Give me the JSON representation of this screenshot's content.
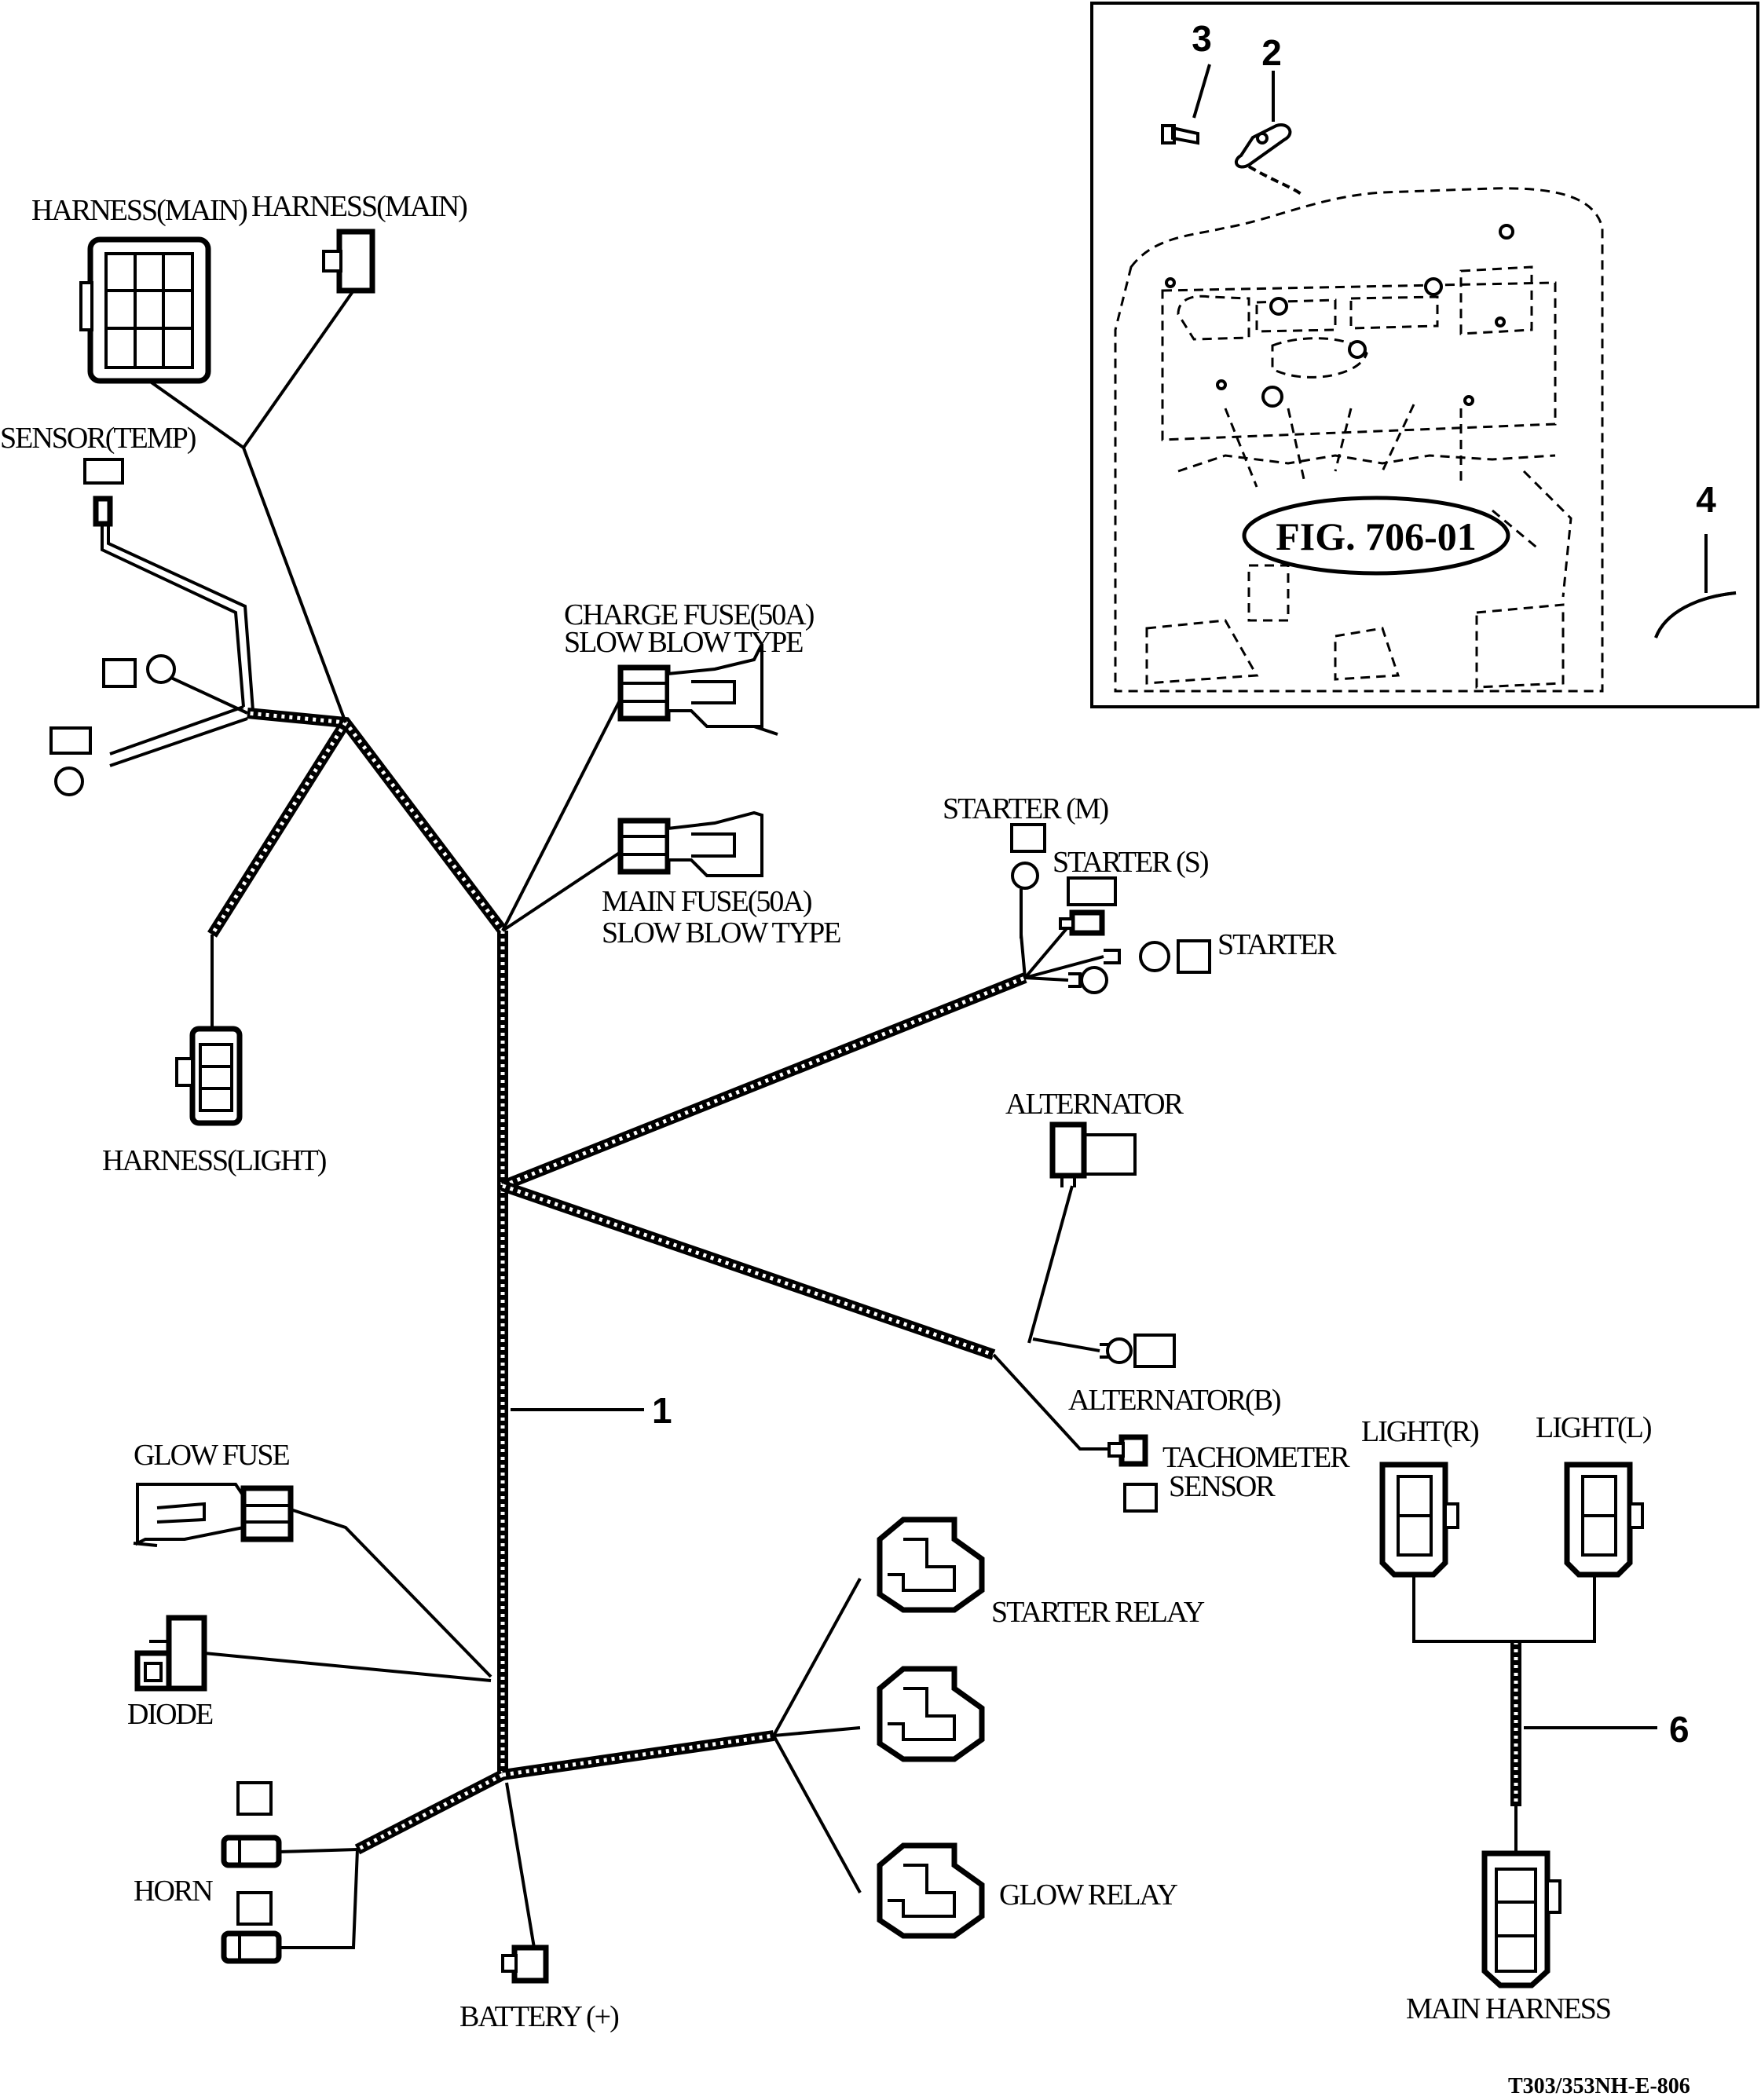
{
  "labels": {
    "harness_main_1": "HARNESS(MAIN)",
    "harness_main_2": "HARNESS(MAIN)",
    "sensor_temp": "SENSOR(TEMP)",
    "harness_light": "HARNESS(LIGHT)",
    "charge_fuse_1": "CHARGE FUSE(50A)",
    "charge_fuse_2": "SLOW BLOW TYPE",
    "main_fuse_1": "MAIN FUSE(50A)",
    "main_fuse_2": "SLOW BLOW TYPE",
    "starter_m": "STARTER (M)",
    "starter_s": "STARTER (S)",
    "starter": "STARTER",
    "alternator": "ALTERNATOR",
    "alternator_b": "ALTERNATOR(B)",
    "tachometer_1": "TACHOMETER",
    "tachometer_2": "SENSOR",
    "glow_fuse": "GLOW FUSE",
    "diode": "DIODE",
    "horn": "HORN",
    "battery": "BATTERY (+)",
    "starter_relay": "STARTER RELAY",
    "glow_relay": "GLOW RELAY",
    "light_r": "LIGHT(R)",
    "light_l": "LIGHT(L)",
    "main_harness": "MAIN HARNESS"
  },
  "callouts": {
    "part1": "1",
    "part2": "2",
    "part3": "3",
    "part4": "4",
    "part6": "6"
  },
  "inset": {
    "figure_ref": "FIG. 706-01"
  },
  "drawing_code": "T303/353NH-E-806"
}
